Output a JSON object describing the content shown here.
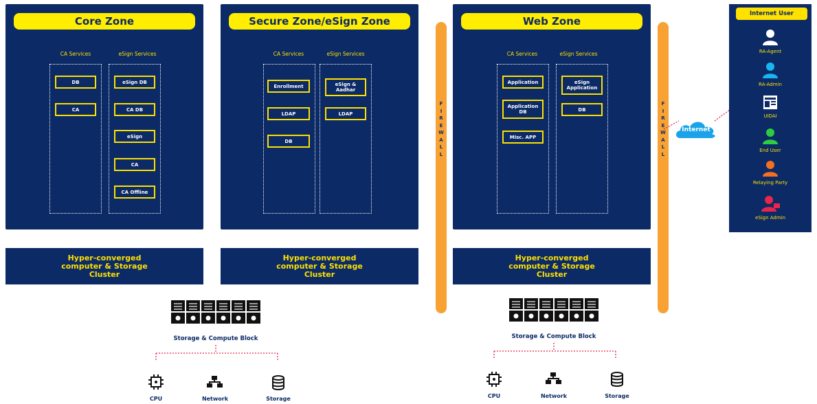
{
  "zones": {
    "core": {
      "title": "Core Zone",
      "ca_label": "CA Services",
      "esign_label": "eSign Services",
      "ca_items": [
        "DB",
        "CA"
      ],
      "esign_items": [
        "eSign DB",
        "CA DB",
        "eSign",
        "CA",
        "CA Offline"
      ]
    },
    "secure": {
      "title": "Secure Zone/eSign Zone",
      "ca_label": "CA Services",
      "esign_label": "eSign Services",
      "ca_items": [
        "Enrollment",
        "LDAP",
        "DB"
      ],
      "esign_items": [
        "eSign & Aadhar",
        "LDAP"
      ]
    },
    "web": {
      "title": "Web Zone",
      "ca_label": "CA Services",
      "esign_label": "eSign Services",
      "ca_items": [
        "Application",
        "Application DB",
        "Misc. APP"
      ],
      "esign_items": [
        "eSign Application",
        "DB"
      ]
    }
  },
  "cluster_label": "Hyper-converged computer & Storage Cluster",
  "firewall_text": "F\nI\nR\nE\nW\nA\nL\nL",
  "internet_label": "Internet",
  "internet_user": {
    "title": "Internet User",
    "users": [
      {
        "label": "RA-Agent",
        "color": "#ffffff"
      },
      {
        "label": "RA-Admin",
        "color": "#18b6f0"
      },
      {
        "label": "UIDAI",
        "color": "#ffffff"
      },
      {
        "label": "End User",
        "color": "#2ecc40"
      },
      {
        "label": "Relaying Party",
        "color": "#f37021"
      },
      {
        "label": "eSign Admin",
        "color": "#e8254a"
      }
    ]
  },
  "storage": {
    "block_label": "Storage & Compute Block",
    "cpu": "CPU",
    "network": "Network",
    "storage": "Storage"
  },
  "colors": {
    "navy": "#0b2a66",
    "yellow": "#ffe100",
    "orange": "#f7a233",
    "cloud": "#1aa3e8",
    "dotted_red": "#e8254a"
  }
}
